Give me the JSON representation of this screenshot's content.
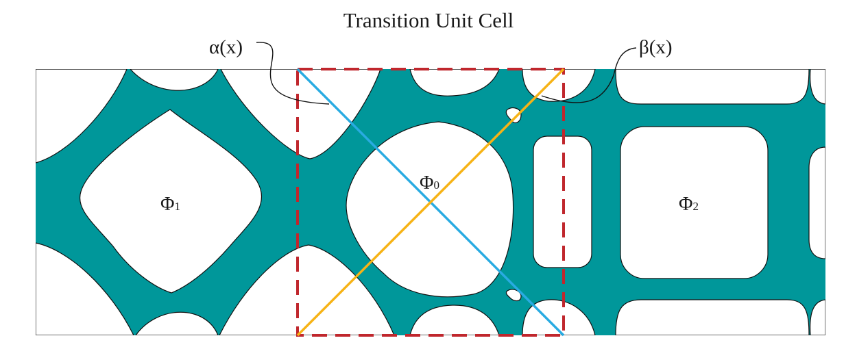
{
  "title": "Transition Unit Cell",
  "labels": {
    "alpha": "α(x)",
    "beta": "β(x)",
    "phi0": "Φ",
    "phi0_sub": "0",
    "phi1": "Φ",
    "phi1_sub": "1",
    "phi2": "Φ",
    "phi2_sub": "2"
  },
  "colors": {
    "material": "#00979a",
    "outline": "#111111",
    "cell_border": "#c0272d",
    "alpha_line": "#29abe2",
    "beta_line": "#f7b316",
    "void": "#ffffff"
  }
}
